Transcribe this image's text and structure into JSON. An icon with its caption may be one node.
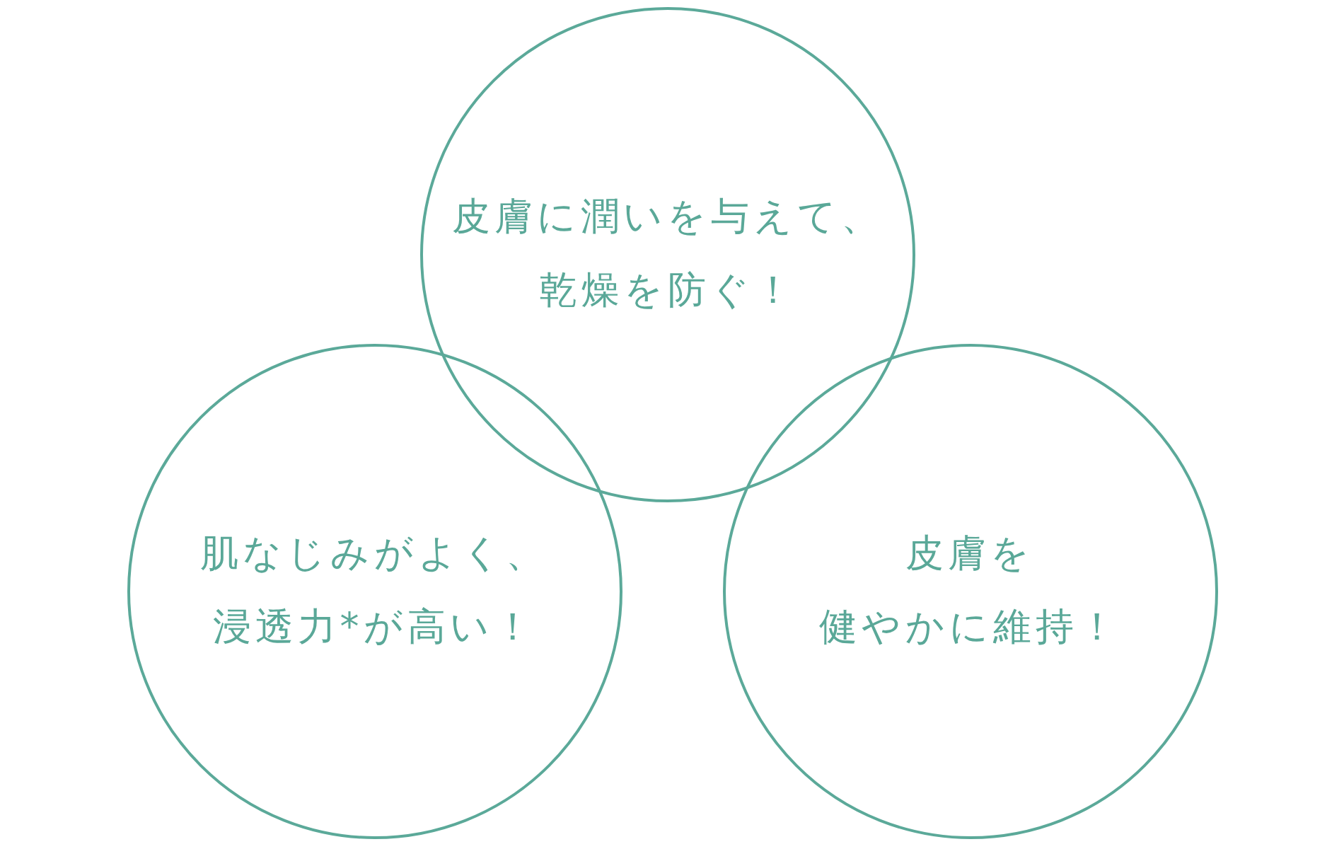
{
  "diagram": {
    "nodes": [
      {
        "text": [
          "皮膚に潤いを与えて、乾燥を防ぐ！"
        ]
      },
      {
        "text": [
          "肌なじみがよく、浸透力*が高い！"
        ]
      },
      {
        "text": [
          "皮膚を健やかに維持！"
        ]
      }
    ]
  }
}
